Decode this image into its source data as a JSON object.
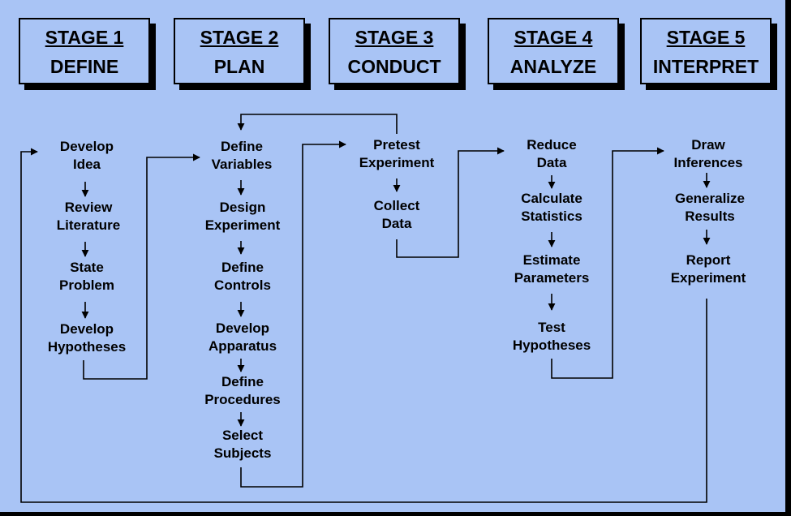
{
  "stages": [
    {
      "number": "STAGE 1",
      "name": "DEFINE"
    },
    {
      "number": "STAGE 2",
      "name": "PLAN"
    },
    {
      "number": "STAGE 3",
      "name": "CONDUCT"
    },
    {
      "number": "STAGE 4",
      "name": "ANALYZE"
    },
    {
      "number": "STAGE 5",
      "name": "INTERPRET"
    }
  ],
  "steps": {
    "define": [
      [
        "Develop",
        "Idea"
      ],
      [
        "Review",
        "Literature"
      ],
      [
        "State",
        "Problem"
      ],
      [
        "Develop",
        "Hypotheses"
      ]
    ],
    "plan": [
      [
        "Define",
        "Variables"
      ],
      [
        "Design",
        "Experiment"
      ],
      [
        "Define",
        "Controls"
      ],
      [
        "Develop",
        "Apparatus"
      ],
      [
        "Define",
        "Procedures"
      ],
      [
        "Select",
        "Subjects"
      ]
    ],
    "conduct": [
      [
        "Pretest",
        "Experiment"
      ],
      [
        "Collect",
        "Data"
      ]
    ],
    "analyze": [
      [
        "Reduce",
        "Data"
      ],
      [
        "Calculate",
        "Statistics"
      ],
      [
        "Estimate",
        "Parameters"
      ],
      [
        "Test",
        "Hypotheses"
      ]
    ],
    "interpret": [
      [
        "Draw",
        "Inferences"
      ],
      [
        "Generalize",
        "Results"
      ],
      [
        "Report",
        "Experiment"
      ]
    ]
  },
  "colors": {
    "background": "#a9c4f5",
    "line": "#000000"
  }
}
